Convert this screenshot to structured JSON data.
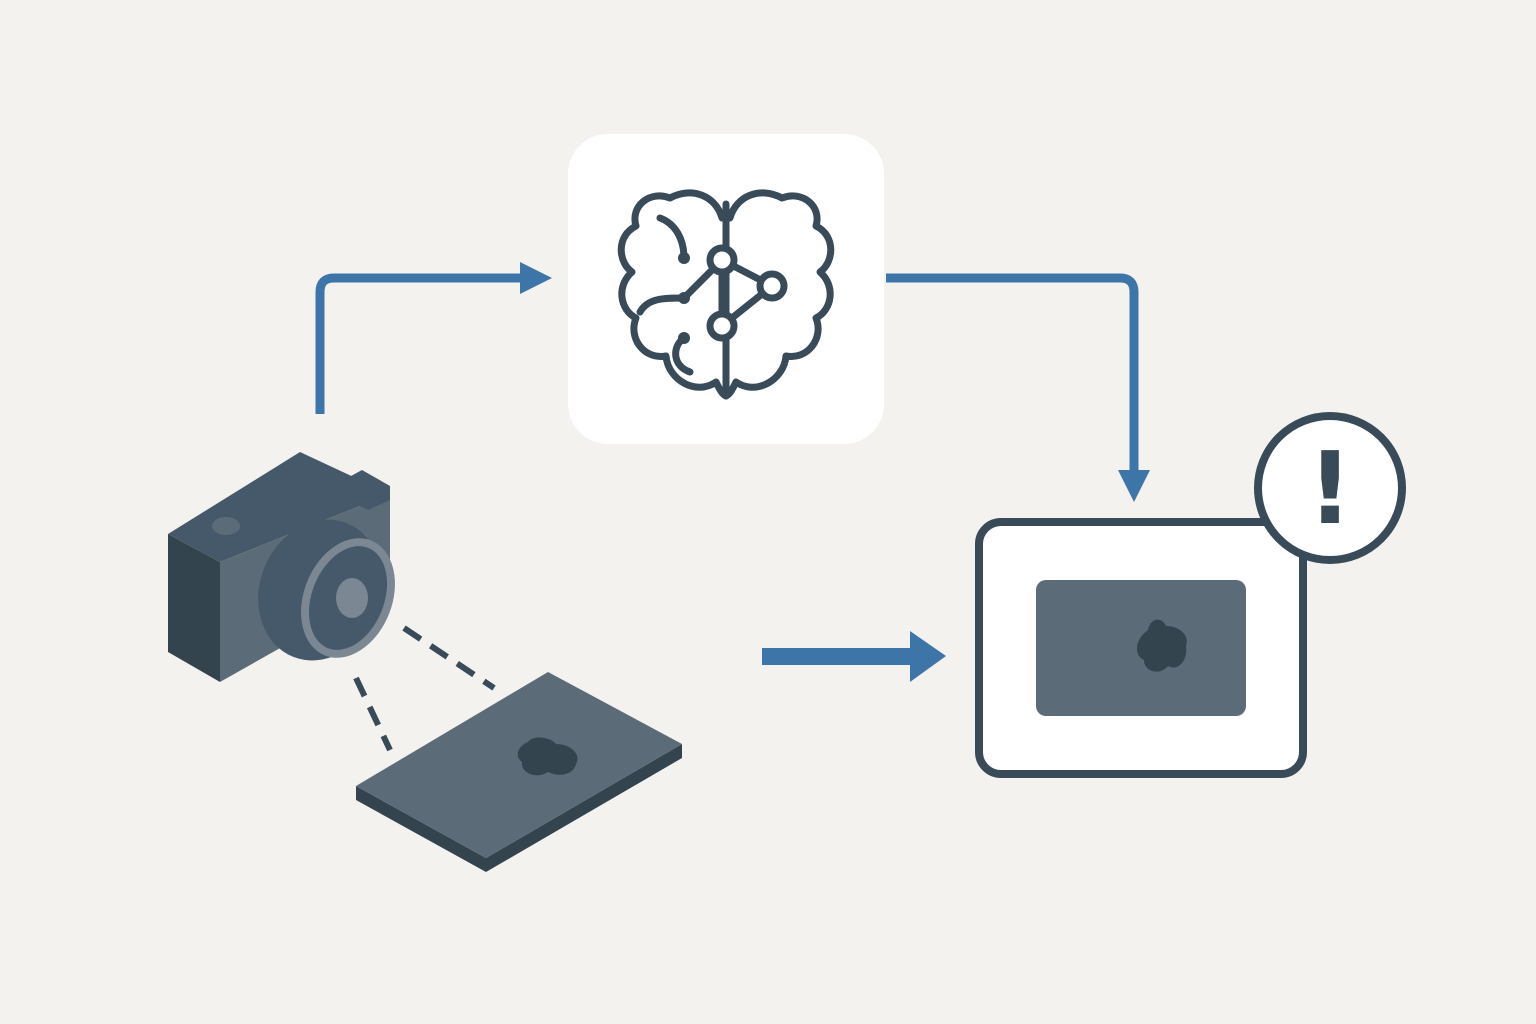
{
  "colors": {
    "background": "#f3f2ef",
    "arrow": "#3d75a8",
    "dark": "#394a58",
    "slate": "#5c6b78",
    "camera_dark": "#34444f",
    "camera_mid": "#46596a",
    "lens_ring": "#7b8894",
    "panel": "#ffffff"
  },
  "nodes": {
    "camera": {
      "icon": "camera-icon"
    },
    "sample": {
      "icon": "defective-plate-icon"
    },
    "ai_model": {
      "icon": "brain-circuit-icon"
    },
    "monitor": {
      "icon": "defect-display-icon"
    },
    "alert": {
      "icon": "exclamation-icon",
      "symbol": "!"
    }
  },
  "connections": [
    {
      "from": "camera",
      "to": "ai_model",
      "style": "elbow-arrow"
    },
    {
      "from": "ai_model",
      "to": "monitor",
      "style": "elbow-arrow"
    },
    {
      "from": "sample",
      "to": "monitor",
      "style": "straight-arrow"
    },
    {
      "from": "camera",
      "to": "sample",
      "style": "dashed-line"
    }
  ]
}
